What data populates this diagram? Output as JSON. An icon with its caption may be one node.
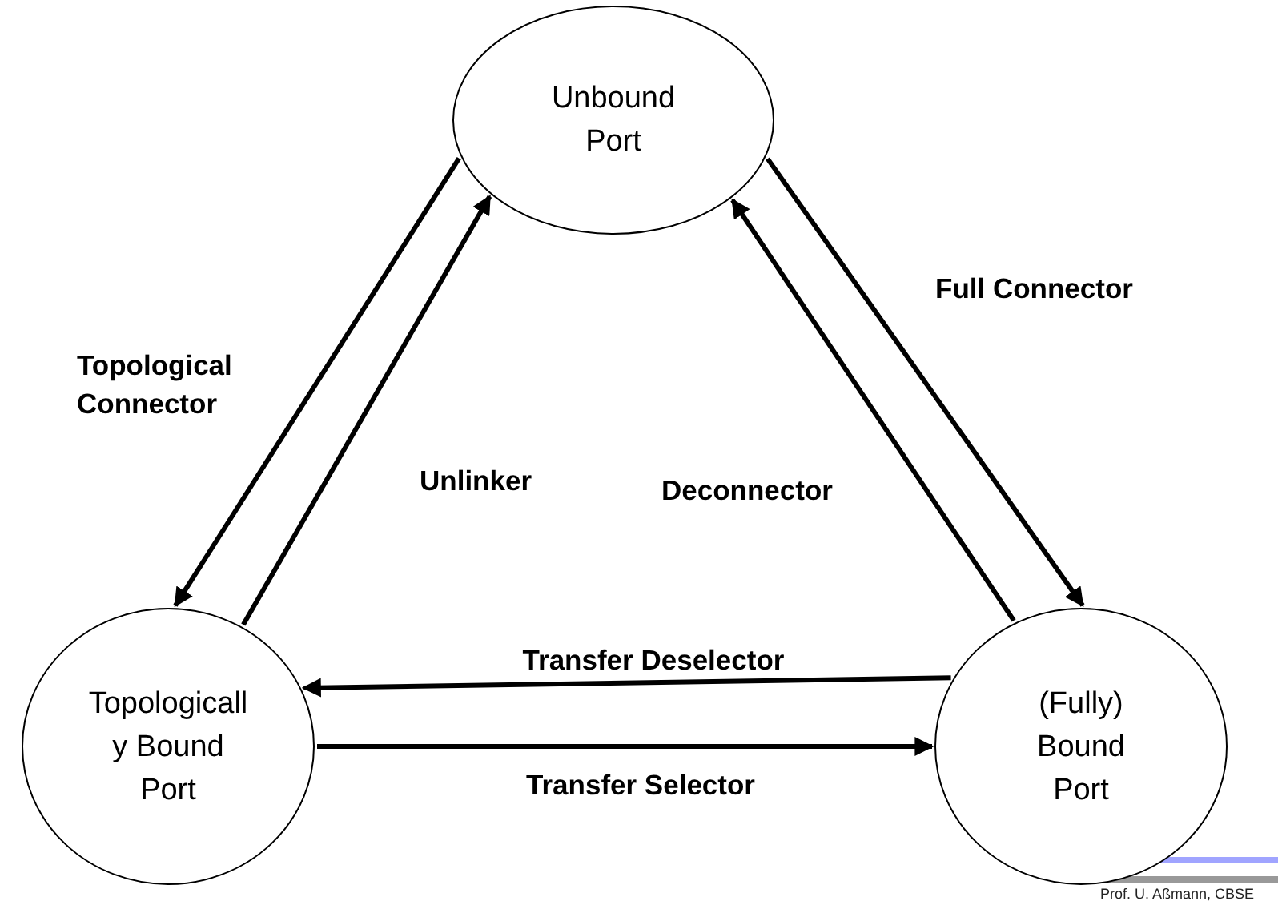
{
  "diagram": {
    "nodes": [
      {
        "text": [
          "Unbound Port"
        ]
      },
      {
        "text": [
          "Topologicall y Bound Port"
        ]
      },
      {
        "text": [
          "(Fully) Bound Port"
        ]
      }
    ],
    "edges": [
      {
        "from": 0,
        "to": 1,
        "arrow": "to",
        "label": "Topological Connector"
      },
      {
        "from": 1,
        "to": 0,
        "arrow": "to",
        "label": "Unlinker"
      },
      {
        "from": 0,
        "to": 2,
        "arrow": "to",
        "label": "Full Connector"
      },
      {
        "from": 2,
        "to": 0,
        "arrow": "to",
        "label": "Deconnector"
      },
      {
        "from": 2,
        "to": 1,
        "arrow": "to",
        "label": "Transfer Deselector"
      },
      {
        "from": 1,
        "to": 2,
        "arrow": "to",
        "label": "Transfer Selector"
      }
    ],
    "labels": [
      "Prof. U. Aßmann, CBSE"
    ]
  }
}
